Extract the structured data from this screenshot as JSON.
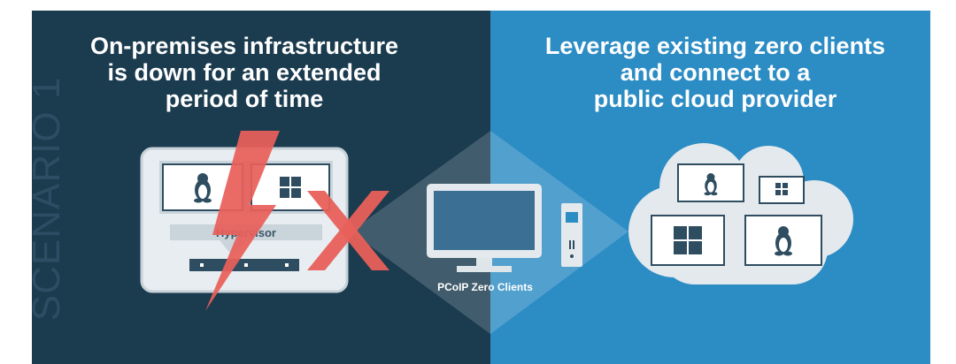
{
  "scenario_label": "SCENARIO 1",
  "left": {
    "heading_lines": [
      "On-premises infrastructure",
      "is down for an extended",
      "period of time"
    ],
    "server": {
      "hypervisor_label": "Hypervisor",
      "tiles": [
        "linux-icon",
        "windows-icon"
      ]
    },
    "failure": {
      "symbols": [
        "lightning-bolt",
        "x-mark"
      ]
    }
  },
  "right": {
    "heading_lines": [
      "Leverage existing zero clients",
      "and connect to a",
      "public cloud provider"
    ],
    "cloud": {
      "tiles": [
        "linux-icon",
        "windows-icon",
        "windows-icon",
        "linux-icon"
      ]
    }
  },
  "center": {
    "label": "PCoIP Zero Clients"
  },
  "colors": {
    "left_bg": "#1b3b4f",
    "right_bg": "#2c8cc4",
    "failure": "#e8605a",
    "device": "#dfe7ec",
    "text": "#ffffff"
  }
}
